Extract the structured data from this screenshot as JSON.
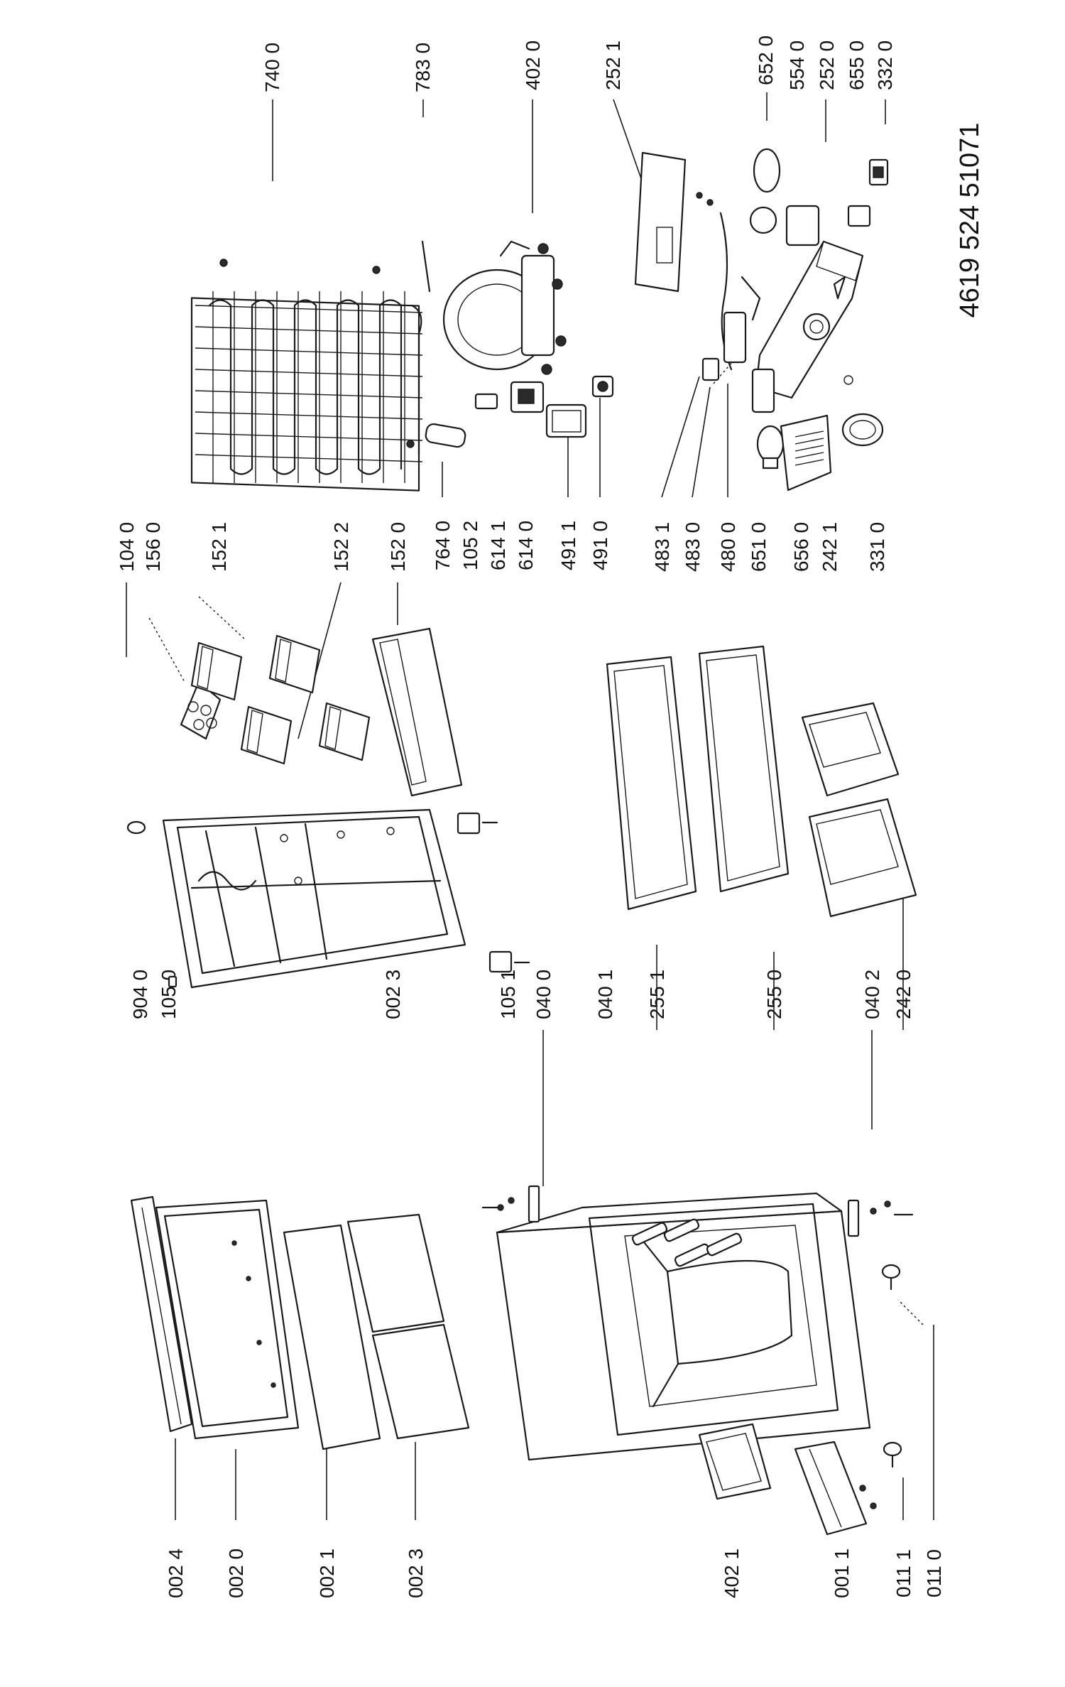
{
  "document_number": "4619 524 51071",
  "part_labels": [
    "740 0",
    "783 0",
    "402 0",
    "252 1",
    "652 0",
    "554 0",
    "252 0",
    "655 0",
    "332 0",
    "104 0",
    "156 0",
    "152 1",
    "152 2",
    "152 0",
    "764 0",
    "105 2",
    "614 1",
    "614 0",
    "491 1",
    "491 0",
    "483 1",
    "483 0",
    "480 0",
    "651 0",
    "656 0",
    "242 1",
    "331 0",
    "904 0",
    "105 0",
    "002 3",
    "105 1",
    "040 0",
    "040 1",
    "255 1",
    "255 0",
    "040 2",
    "242 0",
    "002 4",
    "002 0",
    "002 1",
    "002 3",
    "402 1",
    "001 1",
    "011 1",
    "011 0"
  ]
}
